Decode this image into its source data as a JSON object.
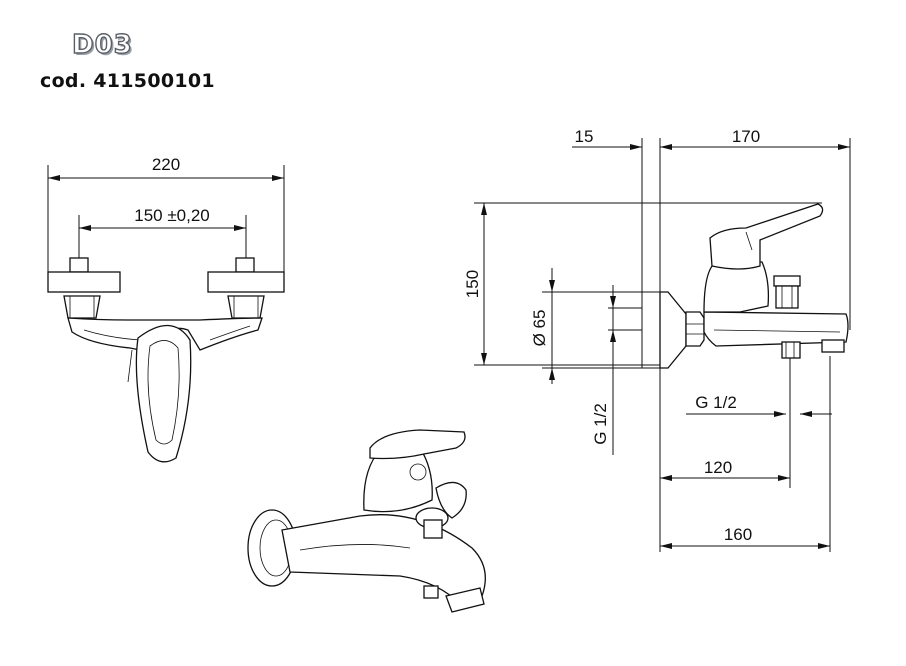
{
  "header": {
    "model": "D03",
    "code": "cod. 411500101"
  },
  "front_view": {
    "dim_overall": "220",
    "dim_centers": "150 ±0,20"
  },
  "side_view": {
    "dim_wall": "15",
    "dim_body": "170",
    "dim_height": "150",
    "dim_rosette": "Ø 65",
    "dim_inlet_thread": "G 1/2",
    "dim_outlet_thread": "G 1/2",
    "dim_outlet_pos": "120",
    "dim_spout": "160"
  }
}
